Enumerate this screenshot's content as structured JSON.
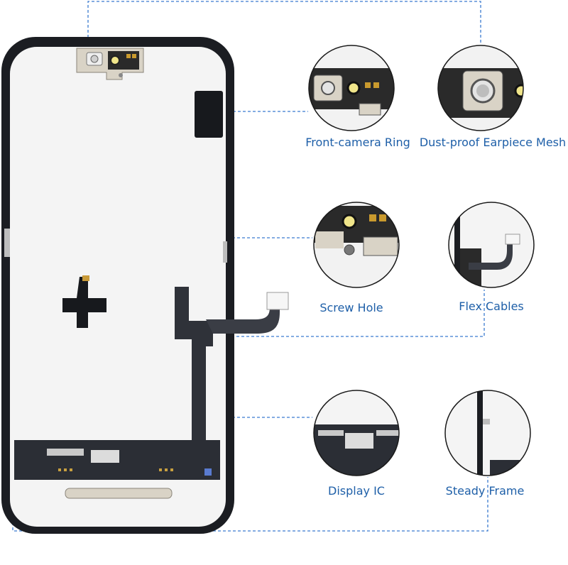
{
  "callouts": [
    {
      "id": "front-camera-ring",
      "label": "Front-camera Ring"
    },
    {
      "id": "dust-proof-earpiece-mesh",
      "label": "Dust-proof Earpiece Mesh"
    },
    {
      "id": "screw-hole",
      "label": "Screw Hole"
    },
    {
      "id": "flex-cables",
      "label": "Flex Cables"
    },
    {
      "id": "display-ic",
      "label": "Display IC"
    },
    {
      "id": "steady-frame",
      "label": "Steady Frame"
    }
  ],
  "colors": {
    "accent": "#1e5fa8",
    "circle_border": "#1a1a1a",
    "frame": "#1b1d22",
    "panel": "#f4f4f4",
    "bracket": "#d9d3c6",
    "flex": "#3a3d45"
  }
}
